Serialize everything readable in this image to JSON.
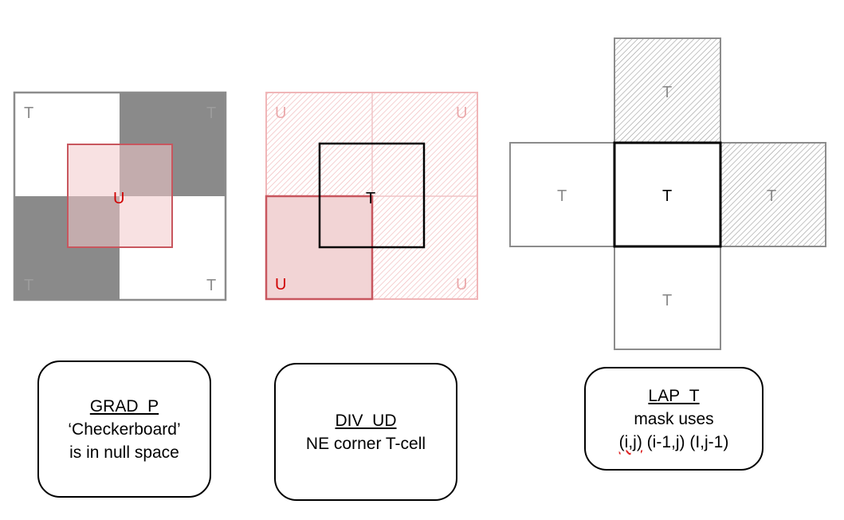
{
  "panels": {
    "grad_p": {
      "cells": {
        "nw": "T",
        "ne": "T",
        "sw": "T",
        "se": "T"
      },
      "center": "U",
      "caption": {
        "title": "GRAD_P",
        "line1": "‘Checkerboard’",
        "line2": "is in null space"
      }
    },
    "div_ud": {
      "cells": {
        "nw": "U",
        "ne": "U",
        "sw": "U",
        "se": "U"
      },
      "center": "T",
      "caption": {
        "title": "DIV_UD",
        "line1": "NE corner T-cell"
      }
    },
    "lap_t": {
      "cells": {
        "top": "T",
        "left": "T",
        "center": "T",
        "right": "T",
        "bottom": "T"
      },
      "caption": {
        "title": "LAP_T",
        "line1": "mask uses",
        "line2_a": "(i,j)",
        "line2_b": " (i-1,j) (I,j-1)"
      }
    }
  },
  "colors": {
    "gray_fill": "#8a8a8a",
    "gray_border": "#8c8c8c",
    "red": "#d00000",
    "red_border": "#c8565e",
    "pink_fill": "#f2d4d5",
    "hatch_pink": "#f0b6b8",
    "hatch_gray": "#9a9a9a"
  }
}
